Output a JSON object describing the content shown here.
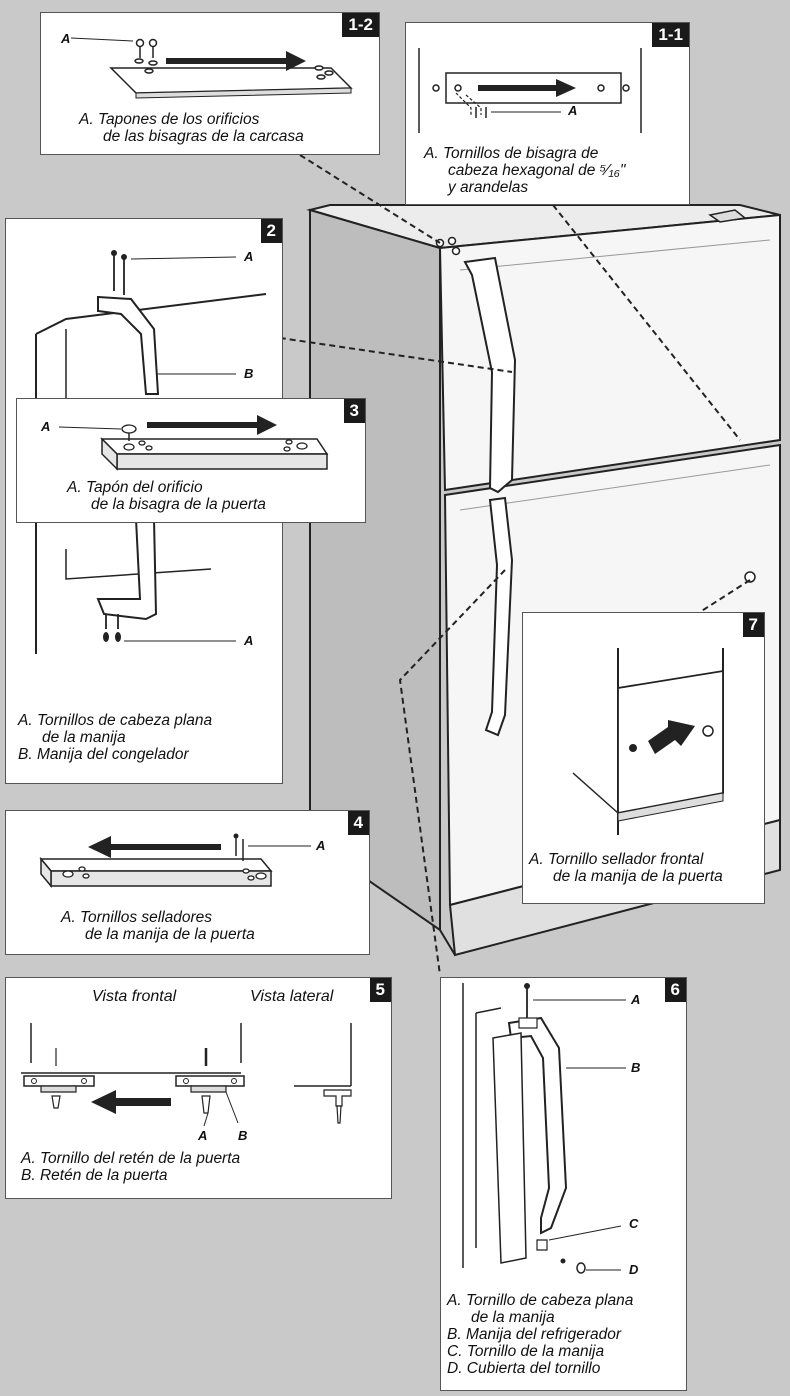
{
  "panels": {
    "p1_2": {
      "badge": "1-2",
      "label_a": "A",
      "caption": [
        "A. Tapones de los orificios",
        "de las bisagras de la carcasa"
      ]
    },
    "p1_1": {
      "badge": "1-1",
      "label_a": "A",
      "caption": [
        "A. Tornillos de bisagra de",
        "cabeza hexagonal de ⁵⁄₁₆\"",
        "y arandelas"
      ]
    },
    "p2": {
      "badge": "2",
      "label_a_top": "A",
      "label_b": "B",
      "label_a_bottom": "A",
      "caption": [
        "A. Tornillos de cabeza plana",
        "de la manija",
        "B. Manija del congelador"
      ]
    },
    "p3": {
      "badge": "3",
      "label_a": "A",
      "caption": [
        "A. Tapón del orificio",
        "de la bisagra de la puerta"
      ]
    },
    "p4": {
      "badge": "4",
      "label_a": "A",
      "caption": [
        "A. Tornillos selladores",
        "de la manija de la puerta"
      ]
    },
    "p5": {
      "badge": "5",
      "front_view": "Vista frontal",
      "side_view": "Vista lateral",
      "label_a": "A",
      "label_b": "B",
      "caption": [
        "A. Tornillo del retén de la puerta",
        "B. Retén de la puerta"
      ]
    },
    "p6": {
      "badge": "6",
      "label_a": "A",
      "label_b": "B",
      "label_c": "C",
      "label_d": "D",
      "caption": [
        "A. Tornillo de cabeza plana",
        "de la manija",
        "B. Manija del refrigerador",
        "C. Tornillo de la manija",
        "D. Cubierta del tornillo"
      ]
    },
    "p7": {
      "badge": "7",
      "caption": [
        "A. Tornillo sellador frontal",
        "de la manija de la puerta"
      ]
    }
  }
}
